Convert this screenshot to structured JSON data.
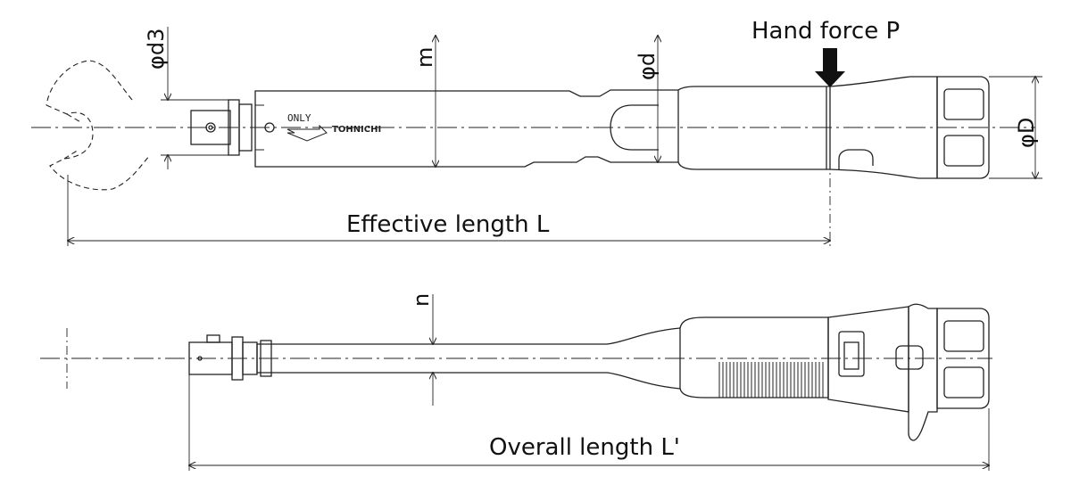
{
  "labels": {
    "hand_force": "Hand force P",
    "effective_length": "Effective length L",
    "overall_length": "Overall length L'",
    "dim_d3": "φd3",
    "dim_m": "m",
    "dim_d": "φd",
    "dim_D": "φD",
    "dim_n": "n",
    "marking_only": "ONLY",
    "marking_brand": "TOHNICHI"
  },
  "colors": {
    "line": "#222222",
    "arrow_fill": "#111111"
  }
}
